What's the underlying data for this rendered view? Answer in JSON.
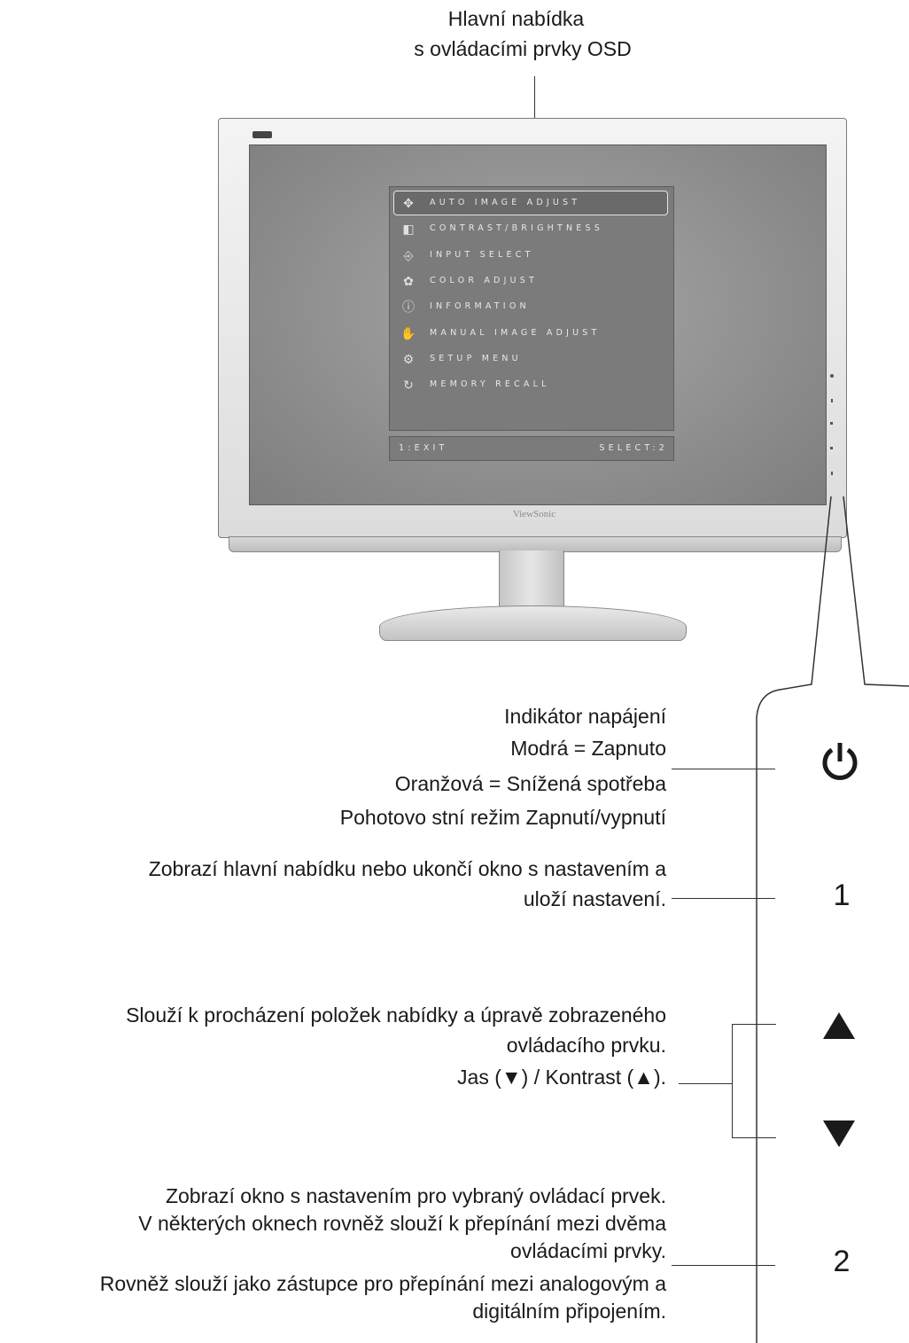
{
  "header": {
    "line1": "Hlavní nabídka",
    "line2": "s ovládacími prvky OSD"
  },
  "monitor": {
    "brand": "ViewSonic",
    "osd": {
      "items": [
        {
          "icon": "auto-adjust-icon",
          "label": "AUTO IMAGE ADJUST",
          "selected": true
        },
        {
          "icon": "contrast-brightness-icon",
          "label": "CONTRAST/BRIGHTNESS",
          "selected": false
        },
        {
          "icon": "input-select-icon",
          "label": "INPUT SELECT",
          "selected": false
        },
        {
          "icon": "color-adjust-icon",
          "label": "COLOR ADJUST",
          "selected": false
        },
        {
          "icon": "information-icon",
          "label": "INFORMATION",
          "selected": false
        },
        {
          "icon": "manual-image-adjust-icon",
          "label": "MANUAL IMAGE ADJUST",
          "selected": false
        },
        {
          "icon": "setup-menu-icon",
          "label": "SETUP MENU",
          "selected": false
        },
        {
          "icon": "memory-recall-icon",
          "label": "MEMORY RECALL",
          "selected": false
        }
      ],
      "footer_left": "1:EXIT",
      "footer_right": "SELECT:2"
    }
  },
  "controls": {
    "power": {
      "icon": "power-icon",
      "lines": [
        "Indikátor napájení",
        "Modrá = Zapnuto",
        "Oranžová = Snížená spotřeba",
        "Pohotovo stní režim Zapnutí/vypnutí"
      ]
    },
    "button1": {
      "label": "1",
      "lines": [
        "Zobrazí hlavní nabídku nebo ukončí okno s nastavením a",
        "uloží nastavení."
      ]
    },
    "arrows": {
      "up_icon": "up-arrow-icon",
      "down_icon": "down-arrow-icon",
      "lines": [
        "Slouží k procházení položek nabídky a úpravě zobrazeného",
        "ovládacího prvku.",
        "Jas (▼) / Kontrast  (▲)."
      ]
    },
    "button2": {
      "label": "2",
      "lines": [
        "Zobrazí okno s nastavením pro vybraný ovládací prvek.",
        "V některých oknech rovněž slouží k přepínání mezi dvěma",
        "ovládacími prvky.",
        "Rovněž slouží jako zástupce pro přepínání mezi analogovým a",
        "digitálním připojením."
      ]
    }
  }
}
